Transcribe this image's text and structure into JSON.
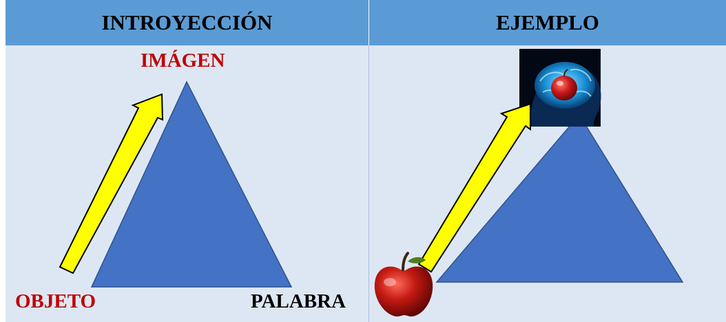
{
  "headers": {
    "left": "INTROYECCIÓN",
    "right": "EJEMPLO"
  },
  "left_panel": {
    "top_label": "IMÁGEN",
    "bottom_left_label": "OBJETO",
    "bottom_right_label": "PALABRA"
  },
  "colors": {
    "header_bg": "#5b9bd5",
    "cell_bg": "#dde7f4",
    "triangle": "#4472c4",
    "arrow": "#ffff00",
    "red_label": "#c00000"
  },
  "icons": [
    "apple-icon",
    "brain-head-icon"
  ]
}
